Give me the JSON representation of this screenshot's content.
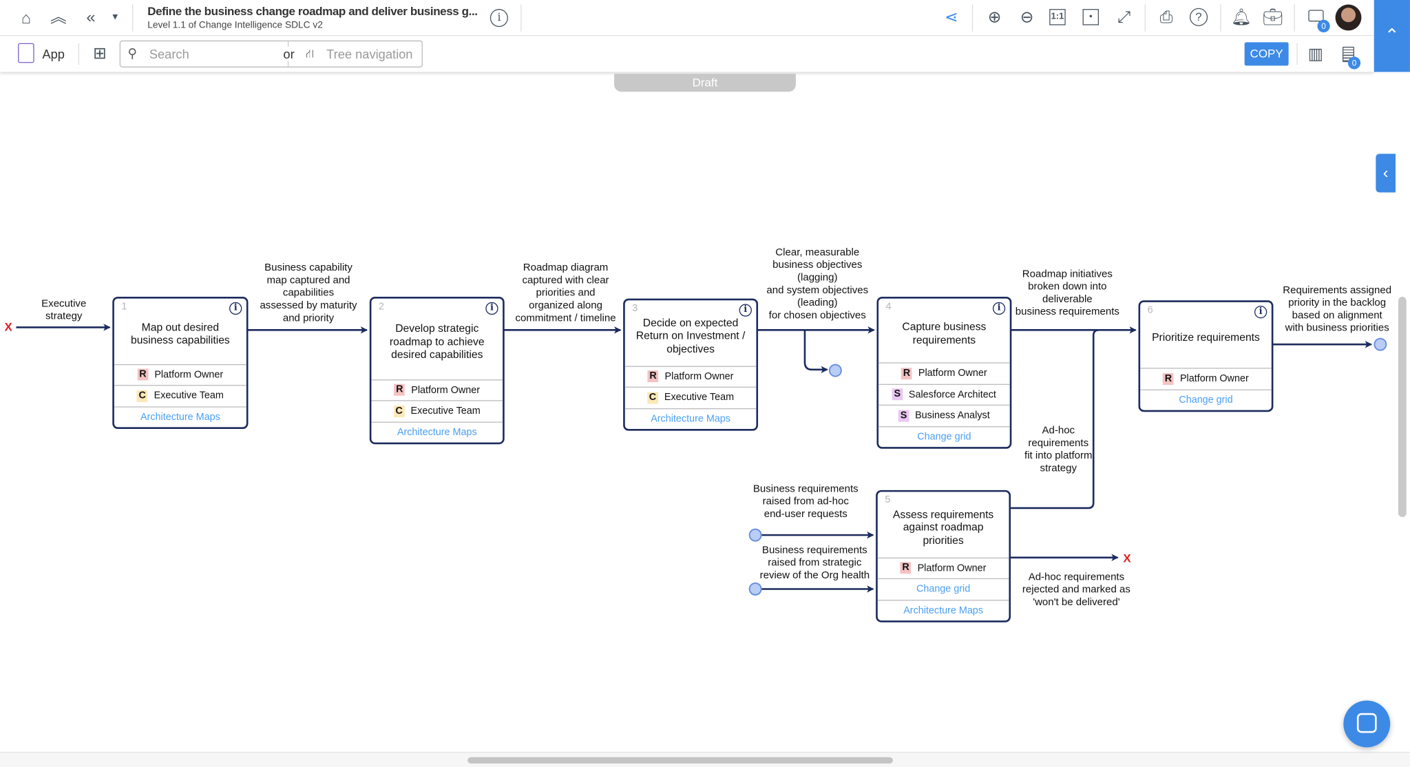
{
  "header": {
    "title": "Define the business change roadmap and deliver business g...",
    "subtitle": "Level 1.1 of Change Intelligence SDLC v2",
    "chat_count": "0",
    "notes_count": "0"
  },
  "toolbar": {
    "app_label": "App",
    "search_placeholder": "Search",
    "or_label": "or",
    "tree_nav_label": "Tree navigation",
    "copy_label": "COPY"
  },
  "status_tab": "Draft",
  "colors": {
    "accent": "#3d8ae6",
    "box_border": "#1c2b5e",
    "link": "#4a9ff5",
    "responsible": "#f4c2c2",
    "consulted": "#fbe7b8",
    "supporting": "#eac6f2",
    "terminator": "#e02020"
  },
  "boxes": [
    {
      "number": "1",
      "title": "Map out desired business capabilities",
      "rows": [
        {
          "letter": "R",
          "role": "Platform Owner"
        },
        {
          "letter": "C",
          "role": "Executive Team"
        }
      ],
      "links": [
        "Architecture Maps"
      ]
    },
    {
      "number": "2",
      "title": "Develop strategic roadmap to achieve desired capabilities",
      "rows": [
        {
          "letter": "R",
          "role": "Platform Owner"
        },
        {
          "letter": "C",
          "role": "Executive Team"
        }
      ],
      "links": [
        "Architecture Maps"
      ]
    },
    {
      "number": "3",
      "title": "Decide on expected Return on Investment / objectives",
      "rows": [
        {
          "letter": "R",
          "role": "Platform Owner"
        },
        {
          "letter": "C",
          "role": "Executive Team"
        }
      ],
      "links": [
        "Architecture Maps"
      ]
    },
    {
      "number": "4",
      "title": "Capture business requirements",
      "rows": [
        {
          "letter": "R",
          "role": "Platform Owner"
        },
        {
          "letter": "S",
          "role": "Salesforce Architect"
        },
        {
          "letter": "S",
          "role": "Business Analyst"
        }
      ],
      "links": [
        "Change grid"
      ]
    },
    {
      "number": "5",
      "title": "Assess requirements against roadmap priorities",
      "rows": [
        {
          "letter": "R",
          "role": "Platform Owner"
        }
      ],
      "links": [
        "Change grid",
        "Architecture Maps"
      ]
    },
    {
      "number": "6",
      "title": "Prioritize requirements",
      "rows": [
        {
          "letter": "R",
          "role": "Platform Owner"
        }
      ],
      "links": [
        "Change grid"
      ]
    }
  ],
  "edge_labels": [
    [
      "Executive",
      "strategy"
    ],
    [
      "Business capability",
      "map captured and",
      "capabilities",
      "assessed by maturity",
      "and priority"
    ],
    [
      "Roadmap diagram",
      "captured with clear",
      "priorities and",
      "organized along",
      "commitment / timeline"
    ],
    [
      "Clear, measurable",
      "business objectives",
      "(lagging)",
      "and system objectives",
      "(leading)",
      "for chosen objectives"
    ],
    [
      "Roadmap initiatives",
      "broken down into",
      "deliverable",
      "business requirements"
    ],
    [
      "Requirements assigned",
      "priority in the backlog",
      "based on alignment",
      "with business priorities"
    ],
    [
      "Ad-hoc",
      "requirements",
      "fit into platform",
      "strategy"
    ],
    [
      "Business requirements",
      "raised from ad-hoc",
      "end-user requests"
    ],
    [
      "Business requirements",
      "raised from strategic",
      "review of the Org health"
    ],
    [
      "Ad-hoc requirements",
      "rejected and marked as",
      "'won't be delivered'"
    ]
  ],
  "end_marker": "X"
}
